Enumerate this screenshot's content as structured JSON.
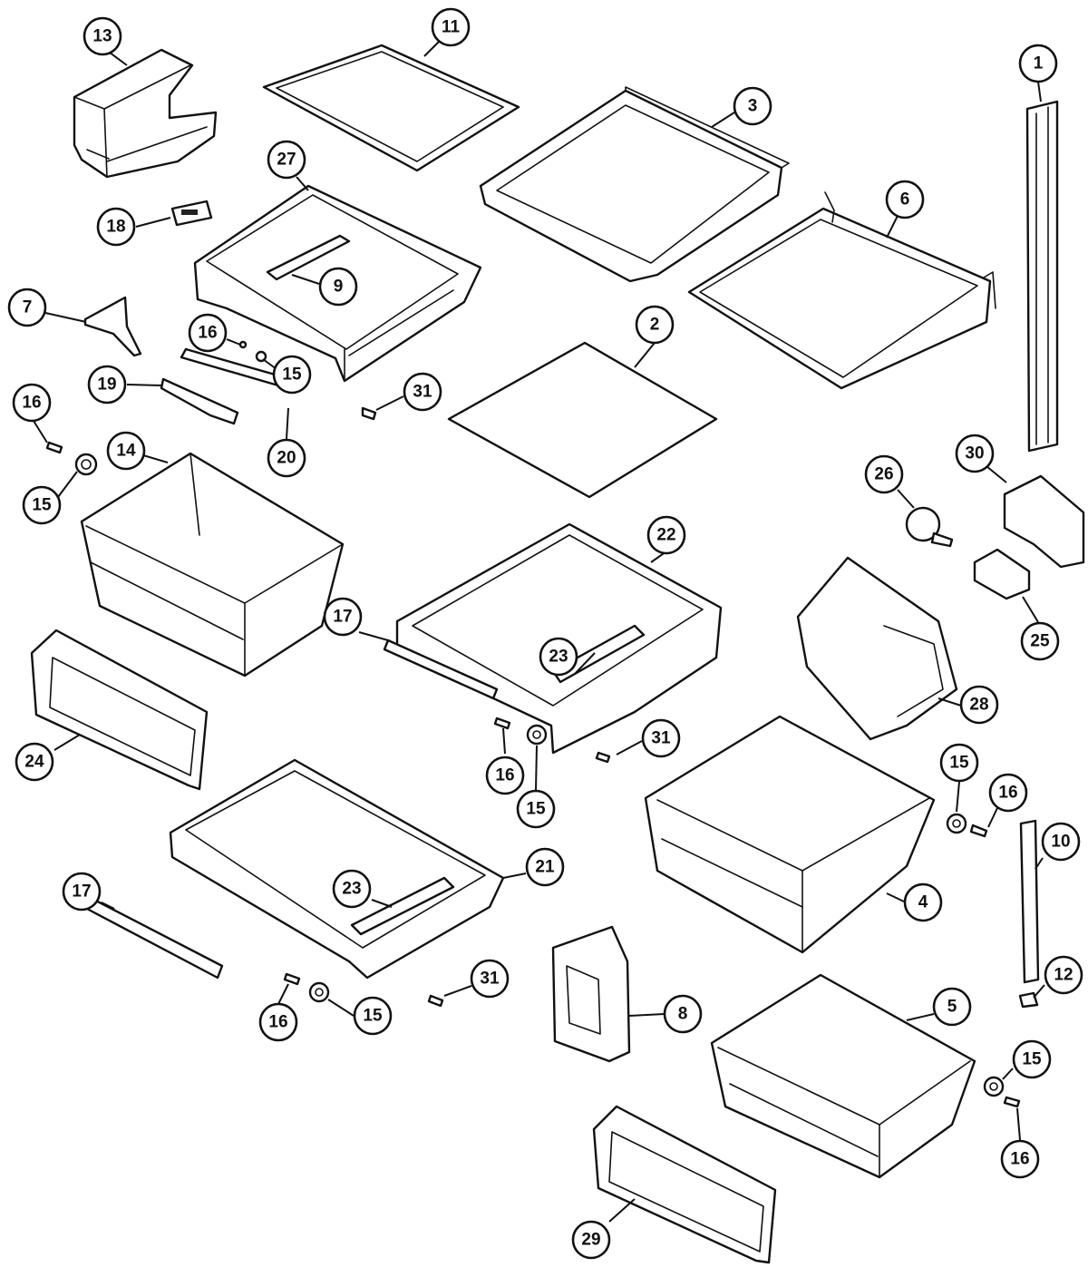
{
  "callouts": [
    {
      "id": "c13a",
      "label": "13"
    },
    {
      "id": "c11a",
      "label": "11"
    },
    {
      "id": "c1a",
      "label": "1"
    },
    {
      "id": "c3a",
      "label": "3"
    },
    {
      "id": "c27a",
      "label": "27"
    },
    {
      "id": "c6a",
      "label": "6"
    },
    {
      "id": "c18a",
      "label": "18"
    },
    {
      "id": "c9a",
      "label": "9"
    },
    {
      "id": "c7a",
      "label": "7"
    },
    {
      "id": "c2a",
      "label": "2"
    },
    {
      "id": "c16a",
      "label": "16"
    },
    {
      "id": "c15a",
      "label": "15"
    },
    {
      "id": "c19a",
      "label": "19"
    },
    {
      "id": "c31a",
      "label": "31"
    },
    {
      "id": "c16b",
      "label": "16"
    },
    {
      "id": "c20a",
      "label": "20"
    },
    {
      "id": "c30a",
      "label": "30"
    },
    {
      "id": "c14a",
      "label": "14"
    },
    {
      "id": "c26a",
      "label": "26"
    },
    {
      "id": "c15b",
      "label": "15"
    },
    {
      "id": "c22a",
      "label": "22"
    },
    {
      "id": "c17a",
      "label": "17"
    },
    {
      "id": "c23a",
      "label": "23"
    },
    {
      "id": "c25a",
      "label": "25"
    },
    {
      "id": "c28a",
      "label": "28"
    },
    {
      "id": "c31b",
      "label": "31"
    },
    {
      "id": "c24a",
      "label": "24"
    },
    {
      "id": "c16c",
      "label": "16"
    },
    {
      "id": "c15c",
      "label": "15"
    },
    {
      "id": "c15d",
      "label": "15"
    },
    {
      "id": "c16d",
      "label": "16"
    },
    {
      "id": "c21a",
      "label": "21"
    },
    {
      "id": "c17b",
      "label": "17"
    },
    {
      "id": "c10a",
      "label": "10"
    },
    {
      "id": "c23b",
      "label": "23"
    },
    {
      "id": "c4a",
      "label": "4"
    },
    {
      "id": "c12a",
      "label": "12"
    },
    {
      "id": "c31c",
      "label": "31"
    },
    {
      "id": "c8a",
      "label": "8"
    },
    {
      "id": "c5a",
      "label": "5"
    },
    {
      "id": "c16e",
      "label": "16"
    },
    {
      "id": "c15e",
      "label": "15"
    },
    {
      "id": "c15f",
      "label": "15"
    },
    {
      "id": "c16f",
      "label": "16"
    },
    {
      "id": "c29a",
      "label": "29"
    }
  ]
}
